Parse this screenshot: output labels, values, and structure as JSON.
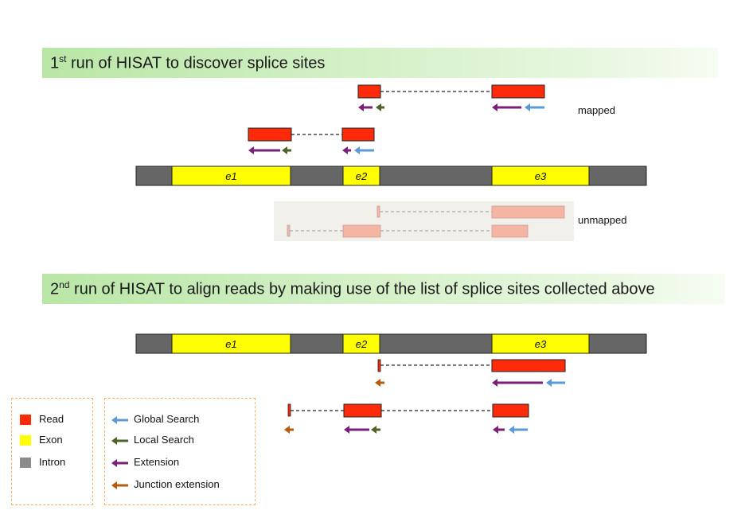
{
  "run1": {
    "prefix": "1",
    "sup": "st",
    "text": " run of HISAT to discover splice sites"
  },
  "run2": {
    "prefix": "2",
    "sup": "nd",
    "text": " run of HISAT to align reads by making use of the list of splice sites collected above"
  },
  "labels": {
    "mapped": "mapped",
    "unmapped": "unmapped"
  },
  "exons": {
    "e1": "e1",
    "e2": "e2",
    "e3": "e3"
  },
  "legend_left": [
    {
      "label": "Read",
      "color": "#ff2a0a"
    },
    {
      "label": "Exon",
      "color": "#ffff00"
    },
    {
      "label": "Intron",
      "color": "#8c8c8c"
    }
  ],
  "legend_right": [
    {
      "label": "Global Search",
      "color": "#5b9bd5"
    },
    {
      "label": "Local Search",
      "color": "#4f6228"
    },
    {
      "label": "Extension",
      "color": "#7a1f7a"
    },
    {
      "label": "Junction extension",
      "color": "#b35c0e"
    }
  ],
  "colors": {
    "read": "#ff2a0a",
    "exon": "#ffff00",
    "intron": "#666666",
    "unmapped_read": "#f4b6a3"
  }
}
